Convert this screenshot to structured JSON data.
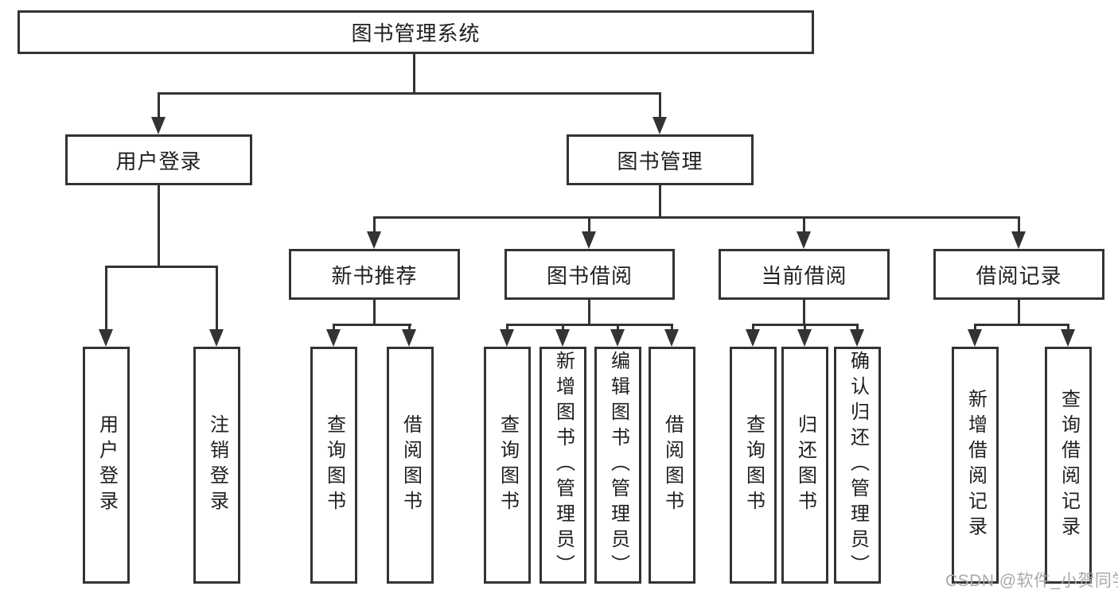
{
  "tree": {
    "label": "图书管理系统",
    "children": [
      {
        "label": "用户登录",
        "children": [
          {
            "label": "用户登录"
          },
          {
            "label": "注销登录"
          }
        ]
      },
      {
        "label": "图书管理",
        "children": [
          {
            "label": "新书推荐",
            "children": [
              {
                "label": "查询图书"
              },
              {
                "label": "借阅图书"
              }
            ]
          },
          {
            "label": "图书借阅",
            "children": [
              {
                "label": "查询图书"
              },
              {
                "label": "新增图书（管理员）"
              },
              {
                "label": "编辑图书（管理员）"
              },
              {
                "label": "借阅图书"
              }
            ]
          },
          {
            "label": "当前借阅",
            "children": [
              {
                "label": "查询图书"
              },
              {
                "label": "归还图书"
              },
              {
                "label": "确认归还（管理员）"
              }
            ]
          },
          {
            "label": "借阅记录",
            "children": [
              {
                "label": "新增借阅记录"
              },
              {
                "label": "查询借阅记录"
              }
            ]
          }
        ]
      }
    ]
  },
  "watermark": {
    "text": "CSDN @软件_小贺同学"
  },
  "colors": {
    "line": "#333333",
    "text": "#1f1f1f",
    "watermark": "#a9a9a9",
    "background": "#ffffff"
  }
}
